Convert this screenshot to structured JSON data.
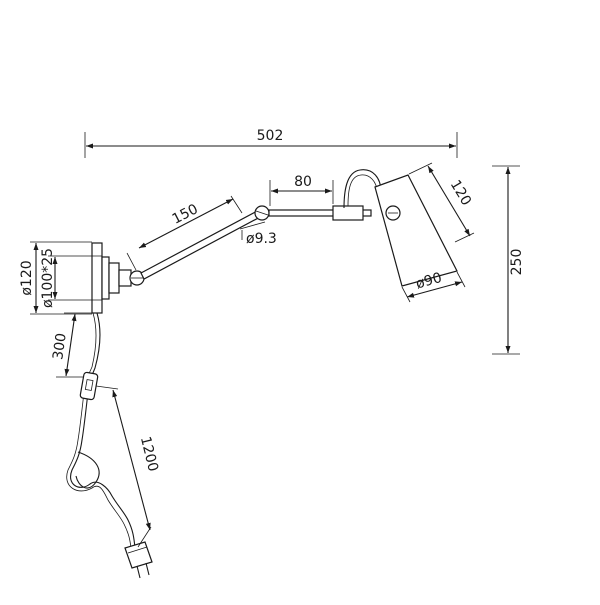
{
  "drawing": {
    "dimensions": {
      "overall_width": "502",
      "arm_upper_offset": "80",
      "shade_length": "120",
      "overall_height": "250",
      "arm_lower_length": "150",
      "tube_diameter": "ø9.3",
      "shade_diameter": "ø90",
      "base_diameter": "ø120",
      "base_plate": "ø100*25",
      "cable_to_switch": "300",
      "cable_length": "1200"
    }
  }
}
